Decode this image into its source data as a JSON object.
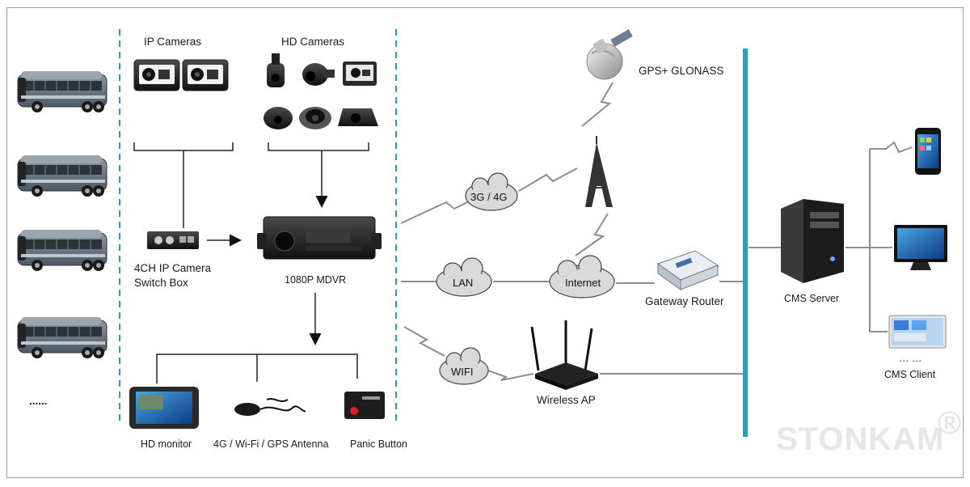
{
  "labels": {
    "ip_cameras": "IP Cameras",
    "hd_cameras": "HD Cameras",
    "switch_box_line1": "4CH IP Camera",
    "switch_box_line2": "Switch Box",
    "mdvr": "1080P MDVR",
    "hd_monitor": "HD monitor",
    "antenna": "4G / Wi-Fi / GPS Antenna",
    "panic_button": "Panic Button",
    "gps": "GPS+ GLONASS",
    "cloud_3g4g": "3G / 4G",
    "cloud_lan": "LAN",
    "cloud_internet": "Internet",
    "cloud_wifi": "WIFI",
    "gateway_router": "Gateway Router",
    "wireless_ap": "Wireless AP",
    "cms_server": "CMS Server",
    "cms_client_dots": "… …",
    "cms_client": "CMS Client",
    "more_buses": "......",
    "watermark": "STONKAM",
    "registered": "®"
  },
  "colors": {
    "backbone": "#2aa1b3",
    "dashed_border": "#2aa1b3",
    "lines": "#8c8c8c",
    "cloud_fill": "#d9d9d9",
    "bus_body": "#6b7a86",
    "watermark": "#e6e6e6"
  },
  "icons": {
    "bus": "bus-icon",
    "ip_camera": "ip-camera-icon",
    "hd_camera": "hd-camera-icon",
    "switch_box": "switch-box-icon",
    "mdvr": "mdvr-icon",
    "monitor": "monitor-icon",
    "antenna": "antenna-icon",
    "panic_button": "panic-button-icon",
    "satellite": "satellite-icon",
    "tower": "tower-icon",
    "router": "router-icon",
    "wireless_ap": "wireless-ap-icon",
    "server": "server-icon",
    "phone": "phone-icon",
    "desktop": "desktop-icon",
    "client_screen": "client-screen-icon"
  }
}
